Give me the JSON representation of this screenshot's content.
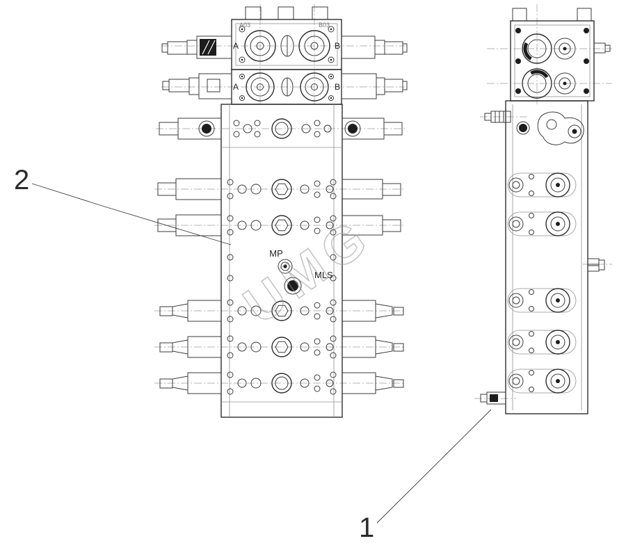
{
  "colors": {
    "background": "#ffffff",
    "line": "#3a3a3a",
    "dark_fill": "#1d1d1d",
    "watermark": "#969696"
  },
  "watermark": {
    "text": "UMG"
  },
  "callouts": {
    "part1": {
      "label": "1"
    },
    "part2": {
      "label": "2"
    }
  },
  "front_view": {
    "module1": {
      "port_a": "A",
      "port_b": "B",
      "code_a": "A03",
      "code_b": "B03"
    },
    "module2": {
      "port_a": "A",
      "port_b": "B"
    },
    "ports": {
      "mp": "MP",
      "mls": "MLS"
    }
  }
}
